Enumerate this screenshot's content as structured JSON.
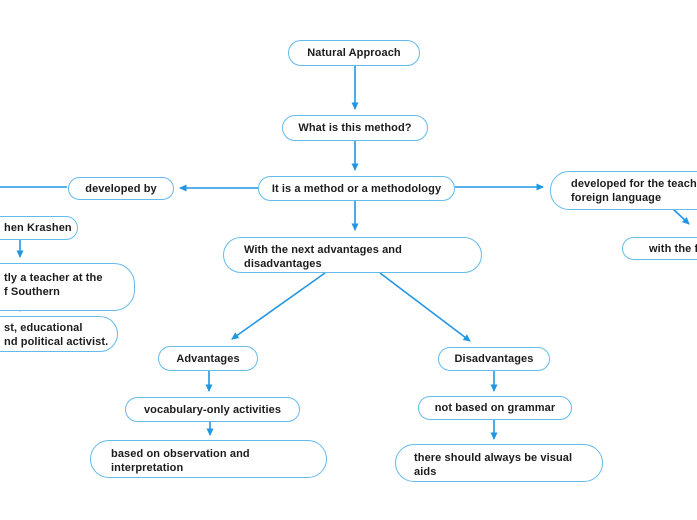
{
  "colors": {
    "node_border": "#64bbec",
    "connector": "#2196e3",
    "text": "#1c1c1e",
    "background": "#ffffff"
  },
  "nodes": {
    "natural_approach": {
      "text": "Natural Approach"
    },
    "what_is_method": {
      "text": "What is this method?"
    },
    "method_or_methodology": {
      "text": "It is a method or a methodology"
    },
    "developed_by": {
      "text": "developed by"
    },
    "developed_for": {
      "line1": "developed for the teaching",
      "line2": "foreign language"
    },
    "with_following": {
      "text": "with the fo"
    },
    "krashen": {
      "text": "hen Krashen"
    },
    "teacher": {
      "line1": "tly a teacher at the",
      "line2": "f Southern"
    },
    "activist": {
      "line1": "st, educational",
      "line2": "nd political activist."
    },
    "with_next": {
      "line1": "With the next advantages and",
      "line2": "disadvantages"
    },
    "advantages": {
      "text": "Advantages"
    },
    "disadvantages": {
      "text": "Disadvantages"
    },
    "vocabulary": {
      "text": "vocabulary-only activities"
    },
    "observation": {
      "line1": "based on observation and",
      "line2": "interpretation"
    },
    "not_grammar": {
      "text": "not based on grammar"
    },
    "visual_aids": {
      "line1": "there should always be visual",
      "line2": "aids"
    }
  }
}
